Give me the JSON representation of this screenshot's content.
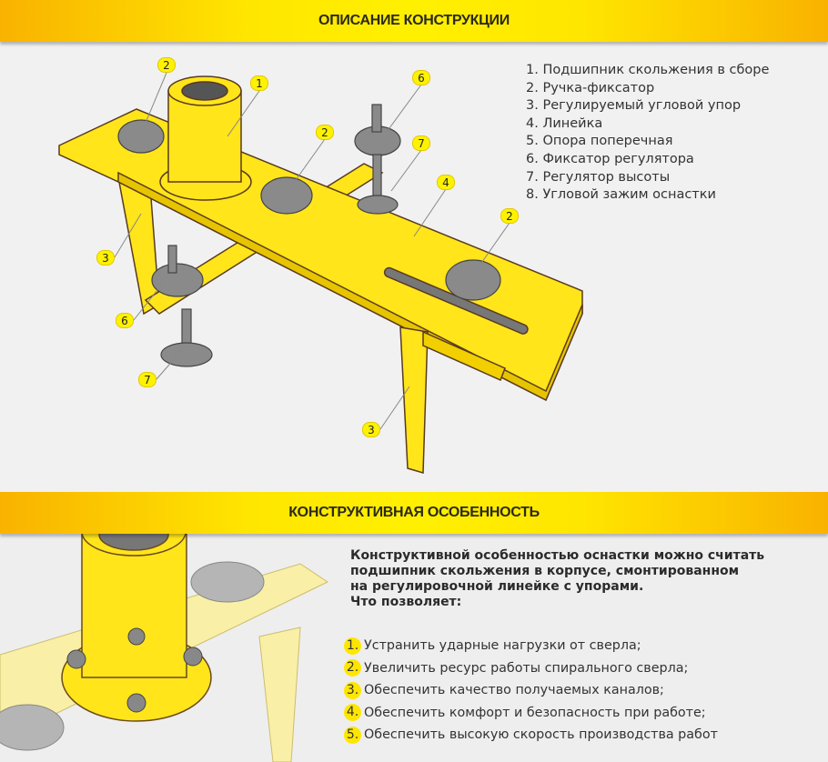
{
  "section1": {
    "title": "ОПИСАНИЕ КОНСТРУКЦИИ",
    "legend": [
      "1. Подшипник скольжения в сборе",
      "2. Ручка-фиксатор",
      "3. Регулируемый угловой упор",
      "4. Линейка",
      "5. Опора поперечная",
      "6. Фиксатор регулятора",
      "7. Регулятор высоты",
      "8. Угловой зажим оснастки"
    ],
    "callouts": [
      "2",
      "1",
      "6",
      "2",
      "7",
      "4",
      "2",
      "3",
      "6",
      "7",
      "3"
    ]
  },
  "section2": {
    "title": "КОНСТРУКТИВНАЯ ОСОБЕННОСТЬ",
    "description": [
      "Конструктивной особенностью оснастки можно считать",
      "подшипник скольжения в корпусе, смонтированном",
      "на регулировочной линейке с упорами.",
      "Что позволяет:"
    ],
    "benefits": [
      {
        "n": "1.",
        "text": "Устранить ударные нагрузки от сверла;"
      },
      {
        "n": "2.",
        "text": "Увеличить ресурс работы спирального сверла;"
      },
      {
        "n": "3.",
        "text": "Обеспечить качество получаемых каналов;"
      },
      {
        "n": "4.",
        "text": "Обеспечить комфорт и безопасность при работе;"
      },
      {
        "n": "5.",
        "text": "Обеспечить высокую скорость производства работ"
      }
    ]
  },
  "colors": {
    "accent": "#ffe600",
    "metal": "#7d7d7d"
  }
}
